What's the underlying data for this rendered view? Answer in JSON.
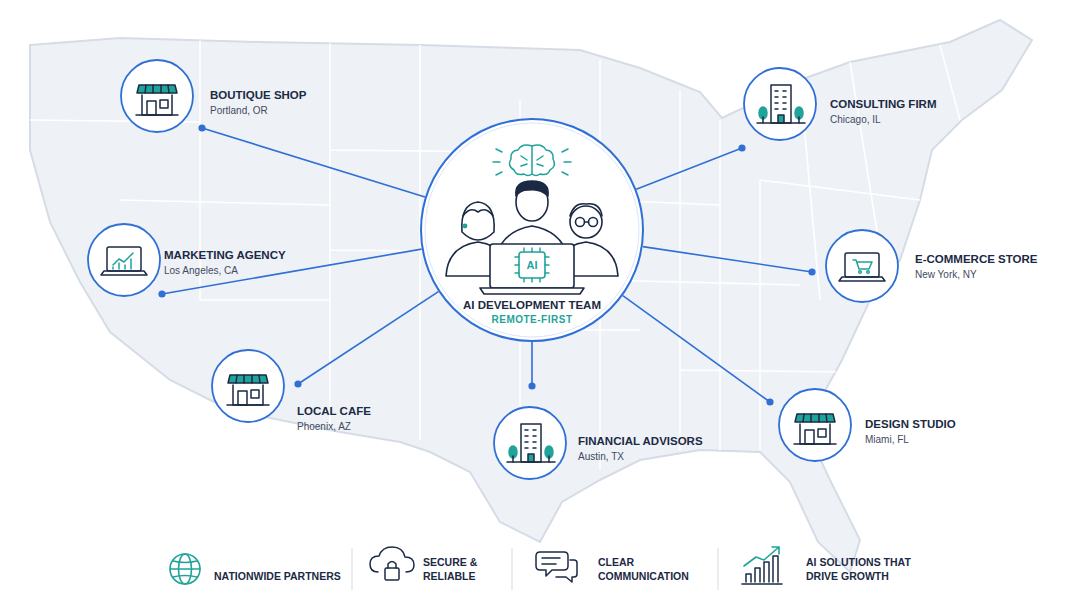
{
  "diagram": {
    "nodes": [
      {
        "text": [
          "AI",
          "AI DEVELOPMENT TEAM",
          "REMOTE-FIRST"
        ]
      },
      {
        "text": [
          "BOUTIQUE SHOP",
          "Portland, OR"
        ]
      },
      {
        "text": [
          "CONSULTING FIRM",
          "Chicago, IL"
        ]
      },
      {
        "text": [
          "MARKETING AGENCY",
          "Los Angeles, CA"
        ]
      },
      {
        "text": [
          "E-COMMERCE STORE",
          "New York, NY"
        ]
      },
      {
        "text": [
          "LOCAL CAFE",
          "Phoenix, AZ"
        ]
      },
      {
        "text": [
          "FINANCIAL ADVISORS",
          "Austin, TX"
        ]
      },
      {
        "text": [
          "DESIGN STUDIO",
          "Miami, FL"
        ]
      }
    ],
    "edges": [
      {
        "from": 0,
        "to": 1,
        "arrow": "none"
      },
      {
        "from": 0,
        "to": 2,
        "arrow": "none"
      },
      {
        "from": 0,
        "to": 3,
        "arrow": "none"
      },
      {
        "from": 0,
        "to": 4,
        "arrow": "none"
      },
      {
        "from": 0,
        "to": 5,
        "arrow": "none"
      },
      {
        "from": 0,
        "to": 6,
        "arrow": "none"
      },
      {
        "from": 0,
        "to": 7,
        "arrow": "none"
      }
    ],
    "labels": [
      "NATIONWIDE PARTNERS",
      "SECURE & RELIABLE",
      "CLEAR COMMUNICATION",
      "AI SOLUTIONS THAT DRIVE GROWTH"
    ]
  }
}
